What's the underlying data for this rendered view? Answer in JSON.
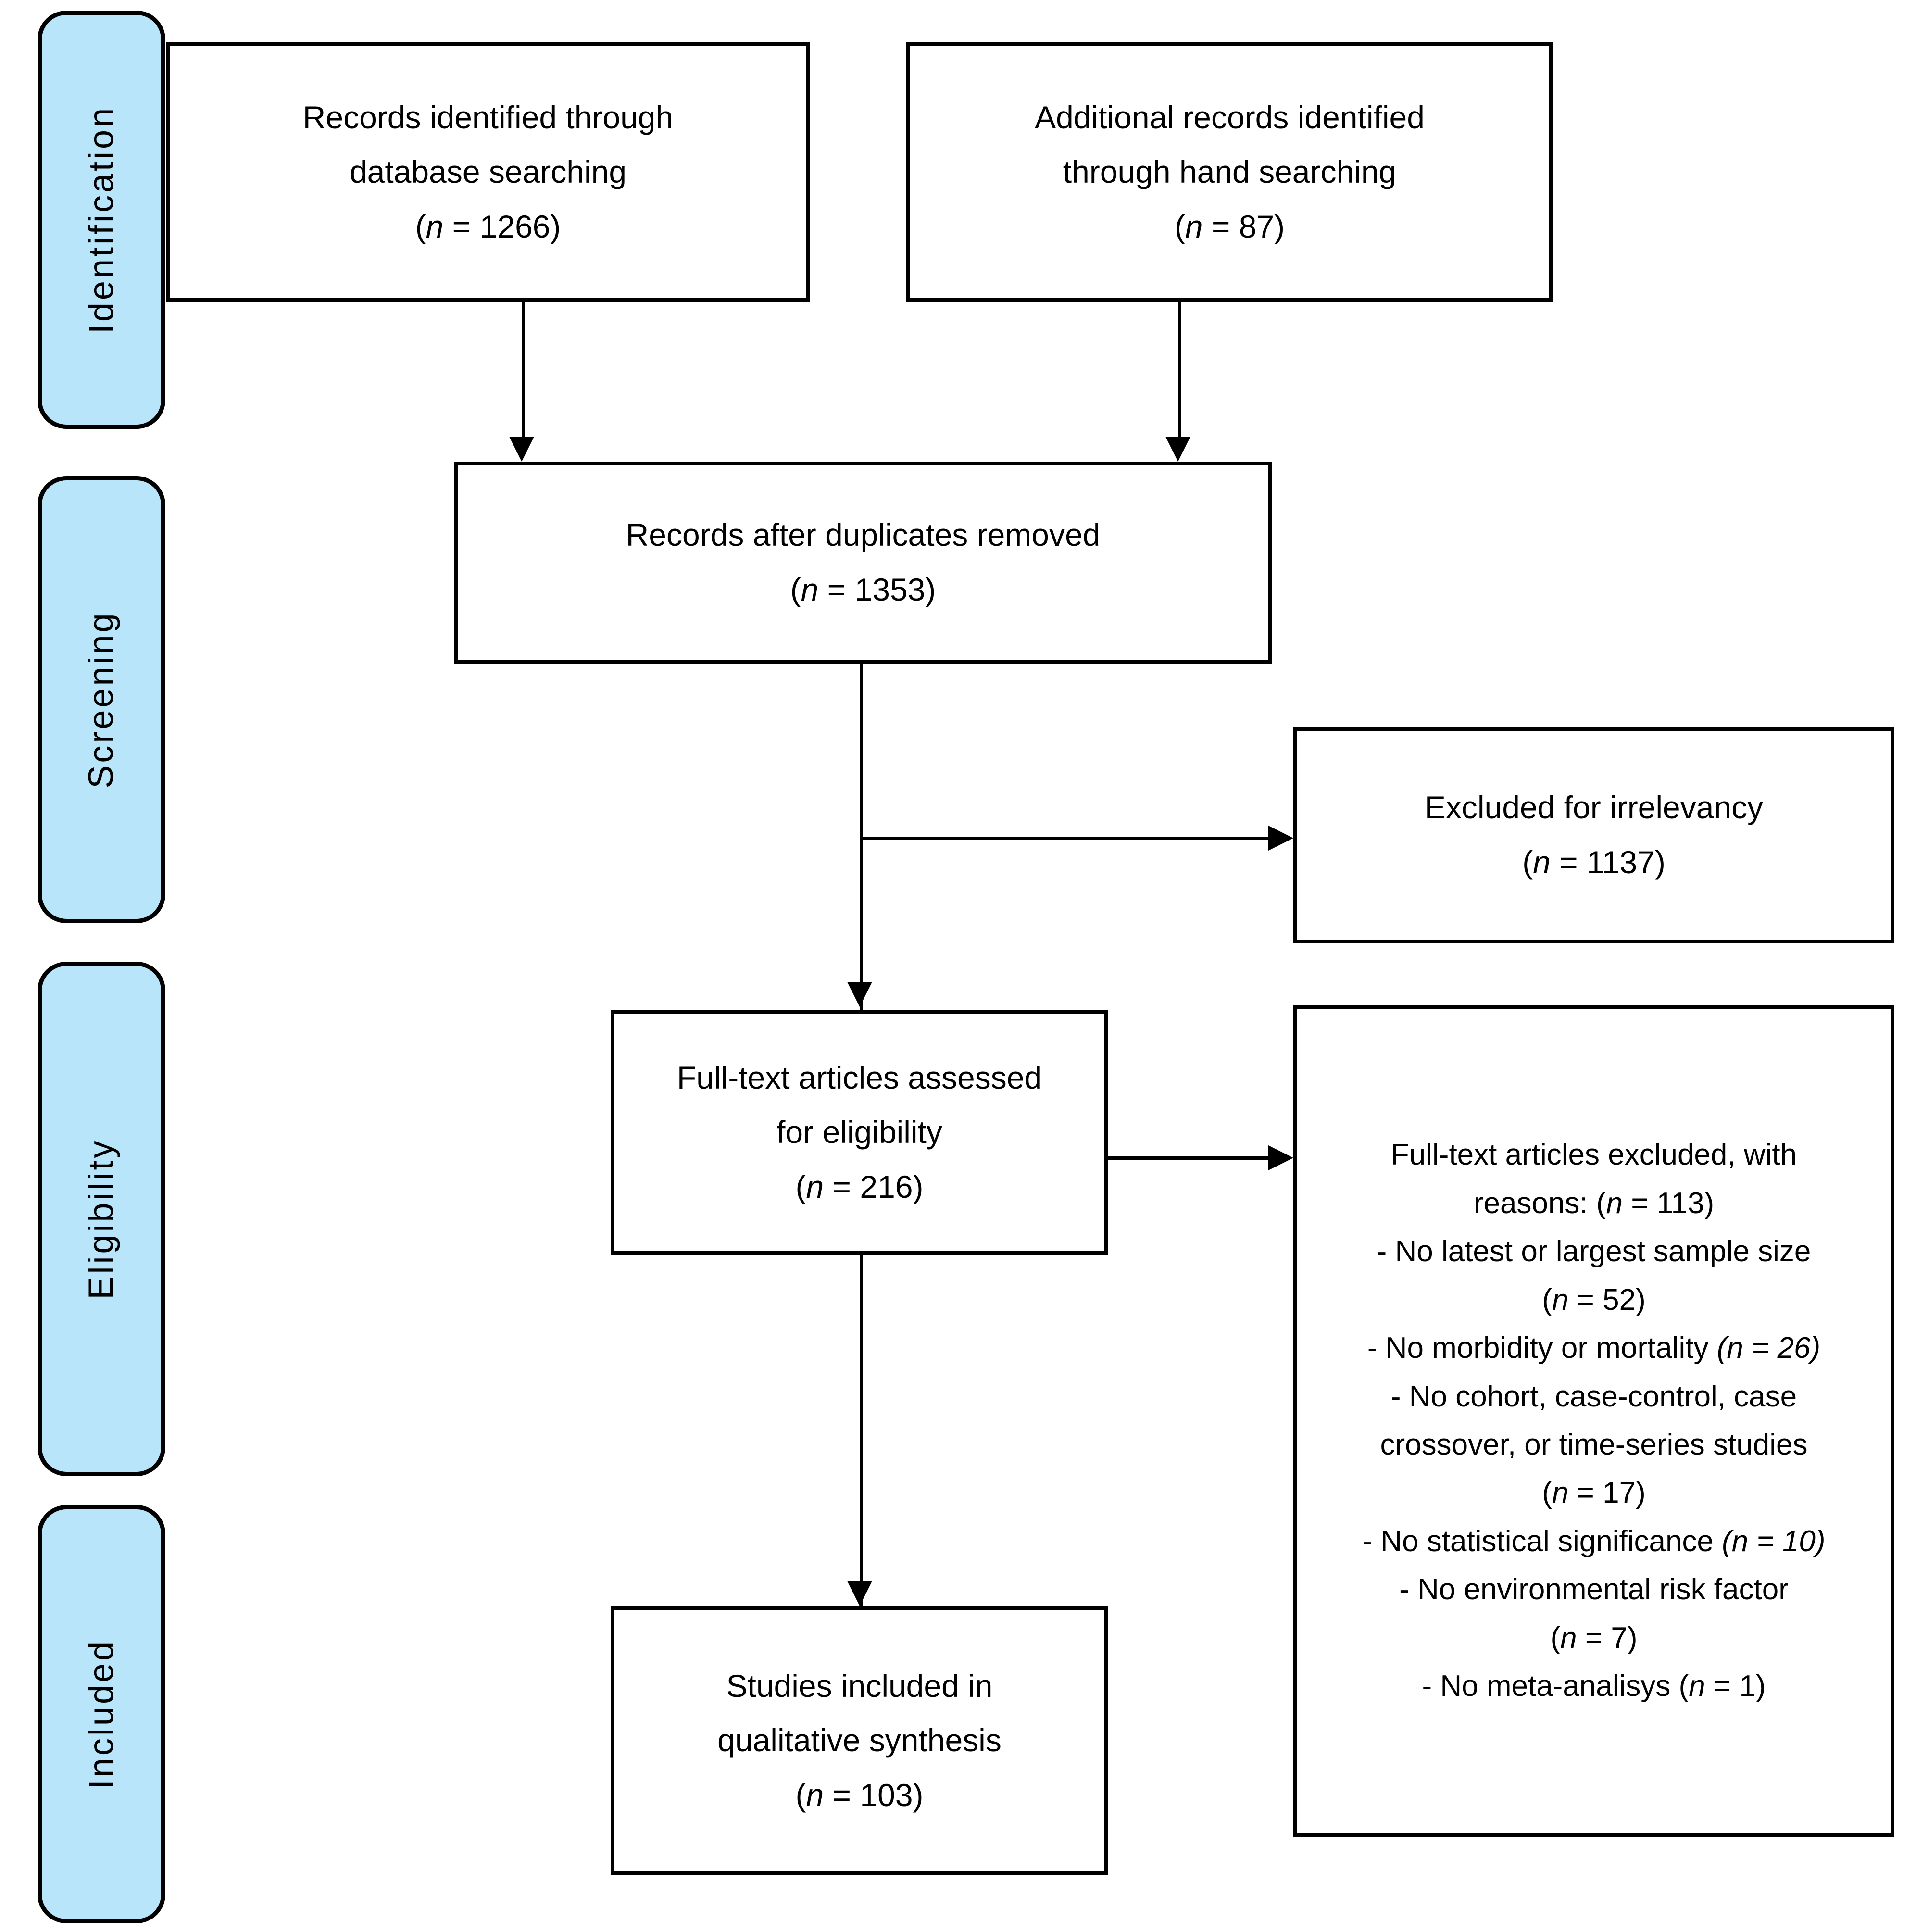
{
  "diagram": {
    "type": "prisma-flow-diagram",
    "title": "PRISMA Flow Diagram",
    "accent_color": "#b9e5fb",
    "line_color": "#000000",
    "background_color": "#ffffff"
  },
  "stages": [
    {
      "id": "identification",
      "label": "Identification"
    },
    {
      "id": "screening",
      "label": "Screening"
    },
    {
      "id": "eligibility",
      "label": "Eligibility"
    },
    {
      "id": "included",
      "label": "Included"
    }
  ],
  "boxes": {
    "db_search": {
      "line1": "Records identified through",
      "line2": "database searching",
      "count_prefix": "(",
      "count_var": "n",
      "count_eq": " = ",
      "count_value": "1266",
      "count_suffix": ")"
    },
    "hand_search": {
      "line1": "Additional records identified",
      "line2": "through hand searching",
      "count_prefix": "(",
      "count_var": "n",
      "count_eq": " = ",
      "count_value": "87",
      "count_suffix": ")"
    },
    "after_duplicates": {
      "line1": "Records after duplicates removed",
      "count_prefix": "(",
      "count_var": "n",
      "count_eq": " = ",
      "count_value": "1353",
      "count_suffix": ")"
    },
    "excluded_irrelevant": {
      "line1": "Excluded for irrelevancy",
      "count_prefix": "(",
      "count_var": "n",
      "count_eq": " = ",
      "count_value": "1137",
      "count_suffix": ")"
    },
    "fulltext_assessed": {
      "line1": "Full-text articles assessed",
      "line2": "for eligibility",
      "count_prefix": "(",
      "count_var": "n",
      "count_eq": " = ",
      "count_value": "216",
      "count_suffix": ")"
    },
    "fulltext_excluded": {
      "heading_line1": "Full-text articles excluded, with",
      "heading_line2_pre": "reasons: (",
      "heading_var": "n",
      "heading_eq": " = ",
      "heading_value": "113",
      "heading_post": ")",
      "reasons": [
        {
          "text_lines": [
            "- No latest or largest sample size"
          ],
          "count_inline": false,
          "count_prefix": "(",
          "count_var": "n",
          "count_eq": " = ",
          "count_value": "52",
          "count_suffix": ")"
        },
        {
          "text_lines": [
            "- No morbidity or mortality "
          ],
          "count_inline": true,
          "count_prefix": "(",
          "count_var": "n",
          "count_eq": " = ",
          "count_value": "26",
          "count_suffix": ")"
        },
        {
          "text_lines": [
            "- No cohort, case-control, case",
            "crossover, or time-series studies"
          ],
          "count_inline": false,
          "count_prefix": "(",
          "count_var": "n",
          "count_eq": " = ",
          "count_value": "17",
          "count_suffix": ")"
        },
        {
          "text_lines": [
            "- No statistical significance "
          ],
          "count_inline": true,
          "count_prefix": "(",
          "count_var": "n",
          "count_eq": " = ",
          "count_value": "10",
          "count_suffix": ")"
        },
        {
          "text_lines": [
            "- No environmental risk factor"
          ],
          "count_inline": false,
          "count_prefix": "(",
          "count_var": "n",
          "count_eq": " = ",
          "count_value": "7",
          "count_suffix": ")"
        },
        {
          "text_lines": [
            "- No meta-analisys "
          ],
          "count_inline": true,
          "count_prefix": "(",
          "count_var": "n",
          "count_eq": " = ",
          "count_value": "1",
          "count_suffix": ")"
        }
      ]
    },
    "included_studies": {
      "line1": "Studies included in",
      "line2": "qualitative synthesis",
      "count_prefix": "(",
      "count_var": "n",
      "count_eq": " = ",
      "count_value": "103",
      "count_suffix": ")"
    }
  }
}
